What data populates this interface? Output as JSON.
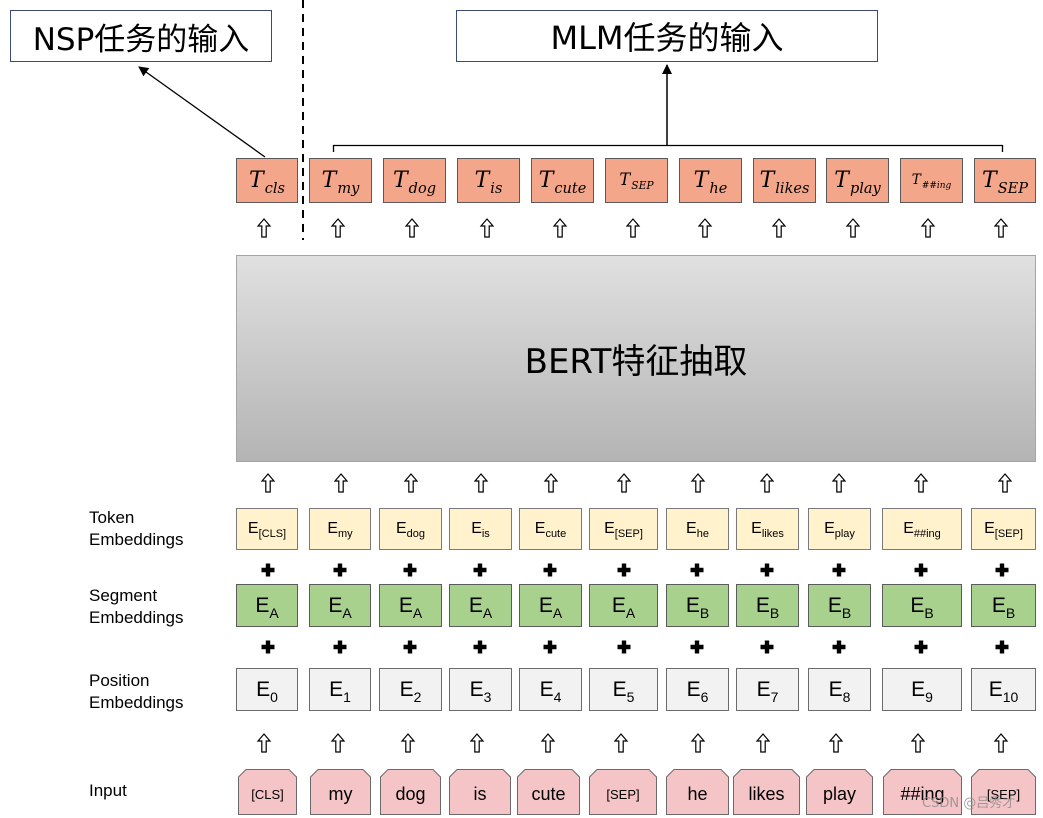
{
  "nsp_box": {
    "label": "NSP任务的输入"
  },
  "mlm_box": {
    "label": "MLM任务的输入"
  },
  "output_tokens": [
    {
      "base": "T",
      "sub": "cls"
    },
    {
      "base": "T",
      "sub": "my"
    },
    {
      "base": "T",
      "sub": "dog"
    },
    {
      "base": "T",
      "sub": "is"
    },
    {
      "base": "T",
      "sub": "cute"
    },
    {
      "base": "T",
      "sub": "SEP"
    },
    {
      "base": "T",
      "sub": "he"
    },
    {
      "base": "T",
      "sub": "likes"
    },
    {
      "base": "T",
      "sub": "play"
    },
    {
      "base": "T",
      "sub": "##ing"
    },
    {
      "base": "T",
      "sub": "SEP"
    }
  ],
  "bert_box": {
    "label": "BERT特征抽取"
  },
  "token_embeddings": {
    "label": [
      "Token",
      "Embeddings"
    ],
    "items": [
      {
        "base": "E",
        "sub": "[CLS]"
      },
      {
        "base": "E",
        "sub": "my"
      },
      {
        "base": "E",
        "sub": "dog"
      },
      {
        "base": "E",
        "sub": "is"
      },
      {
        "base": "E",
        "sub": "cute"
      },
      {
        "base": "E",
        "sub": "[SEP]"
      },
      {
        "base": "E",
        "sub": "he"
      },
      {
        "base": "E",
        "sub": "likes"
      },
      {
        "base": "E",
        "sub": "play"
      },
      {
        "base": "E",
        "sub": "##ing"
      },
      {
        "base": "E",
        "sub": "[SEP]"
      }
    ]
  },
  "segment_embeddings": {
    "label": [
      "Segment",
      "Embeddings"
    ],
    "items": [
      {
        "base": "E",
        "sub": "A"
      },
      {
        "base": "E",
        "sub": "A"
      },
      {
        "base": "E",
        "sub": "A"
      },
      {
        "base": "E",
        "sub": "A"
      },
      {
        "base": "E",
        "sub": "A"
      },
      {
        "base": "E",
        "sub": "A"
      },
      {
        "base": "E",
        "sub": "B"
      },
      {
        "base": "E",
        "sub": "B"
      },
      {
        "base": "E",
        "sub": "B"
      },
      {
        "base": "E",
        "sub": "B"
      },
      {
        "base": "E",
        "sub": "B"
      }
    ]
  },
  "position_embeddings": {
    "label": [
      "Position",
      "Embeddings"
    ],
    "items": [
      {
        "base": "E",
        "sub": "0"
      },
      {
        "base": "E",
        "sub": "1"
      },
      {
        "base": "E",
        "sub": "2"
      },
      {
        "base": "E",
        "sub": "3"
      },
      {
        "base": "E",
        "sub": "4"
      },
      {
        "base": "E",
        "sub": "5"
      },
      {
        "base": "E",
        "sub": "6"
      },
      {
        "base": "E",
        "sub": "7"
      },
      {
        "base": "E",
        "sub": "8"
      },
      {
        "base": "E",
        "sub": "9"
      },
      {
        "base": "E",
        "sub": "10"
      }
    ]
  },
  "input": {
    "label": "Input",
    "tokens": [
      "[CLS]",
      "my",
      "dog",
      "is",
      "cute",
      "[SEP]",
      "he",
      "likes",
      "play",
      "##ing",
      "[SEP]"
    ]
  },
  "watermark": "CSDN @吕秀才",
  "icons": {
    "flow_arrow": "hollow-up-arrow",
    "sum_operator": "plus-sign",
    "pointer": "arrowhead"
  },
  "colors": {
    "output_box_fill": "#f4a68b",
    "token_fill": "#fff2cc",
    "segment_fill": "#a9d18e",
    "position_fill": "#f2f2f2",
    "input_fill": "#f5c4c6",
    "task_box_border": "#3b4a78",
    "bert_gradient_top": "#e0e0e0",
    "bert_gradient_bottom": "#b4b4b4"
  }
}
